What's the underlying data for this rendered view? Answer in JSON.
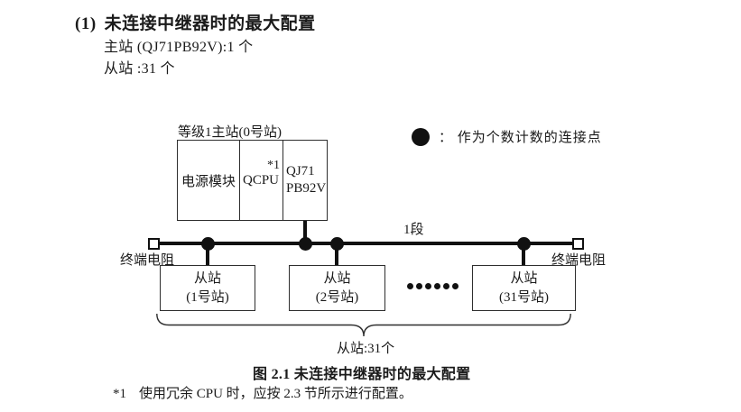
{
  "page": {
    "heading_number": "(1)",
    "heading_title": "未连接中继器时的最大配置",
    "master_spec": "主站 (QJ71PB92V):1 个",
    "slave_spec": "从站 :31 个",
    "figure_caption": "图 2.1 未连接中继器时的最大配置",
    "footnote_marker": "*1",
    "footnote_text": "使用冗余 CPU 时，应按 2.3 节所示进行配置。"
  },
  "diagram": {
    "master_station_label": "等级1主站(0号站)",
    "master_modules": {
      "power_module": "电源模块",
      "cpu": "QCPU",
      "cpu_footnote_ref": "*1",
      "network_module_line1": "QJ71",
      "network_module_line2": "PB92V"
    },
    "legend": {
      "marker": "connection-point-dot",
      "label": "：  作为个数计数的连接点"
    },
    "segment_label": "1段",
    "terminator_left_label": "终端电阻",
    "terminator_right_label": "终端电阻",
    "slaves": [
      {
        "line1": "从站",
        "line2": "(1号站)"
      },
      {
        "line1": "从站",
        "line2": "(2号站)"
      },
      {
        "line1": "从站",
        "line2": "(31号站)"
      }
    ],
    "slave_count_label": "从站:31个",
    "connection_point_count": 4,
    "colors": {
      "line": "#111111",
      "text": "#1a1a1a",
      "background": "#ffffff"
    }
  }
}
